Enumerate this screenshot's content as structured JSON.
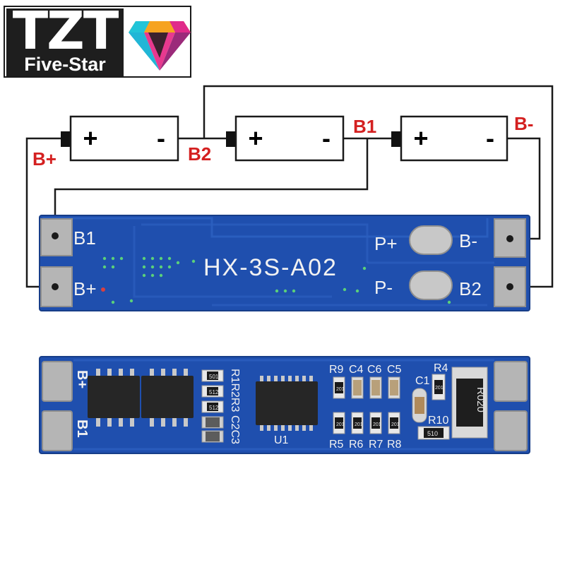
{
  "logo": {
    "main_text": "TZT",
    "sub_text": "Five-Star"
  },
  "batteries": [
    {
      "plus": "+",
      "minus": "-"
    },
    {
      "plus": "+",
      "minus": "-"
    },
    {
      "plus": "+",
      "minus": "-"
    }
  ],
  "wire_labels": {
    "b_plus": "B+",
    "b2": "B2",
    "b1": "B1",
    "b_minus": "B-"
  },
  "board_top": {
    "model": "HX-3S-A02",
    "pad_b1": "B1",
    "pad_b_plus": "B+",
    "pad_p_plus": "P+",
    "pad_p_minus": "P-",
    "pad_b_minus": "B-",
    "pad_b2": "B2"
  },
  "board_bottom": {
    "label_b_plus": "B+",
    "label_b1": "B1",
    "label_u1": "U1",
    "label_r1r2r3": "R1R2R3",
    "label_c2c3": "C2C3",
    "label_r9": "R9",
    "label_c4": "C4",
    "label_c6": "C6",
    "label_c5": "C5",
    "label_r4": "R4",
    "label_c1": "C1",
    "label_r10": "R10",
    "label_r5": "R5",
    "label_r6": "R6",
    "label_r7": "R7",
    "label_r8": "R8",
    "shunt_marking": "R020",
    "marking_501": "501",
    "marking_512a": "512",
    "marking_512b": "512",
    "marking_201a": "201",
    "marking_201b": "201",
    "marking_201c": "201",
    "marking_201d": "201",
    "marking_201e": "201",
    "marking_201f": "201",
    "marking_510": "510"
  },
  "colors": {
    "label_red": "#d42020",
    "wire_black": "#1a1a1a",
    "pcb_blue": "#1f4fae",
    "silk_white": "#f2f2f2"
  }
}
